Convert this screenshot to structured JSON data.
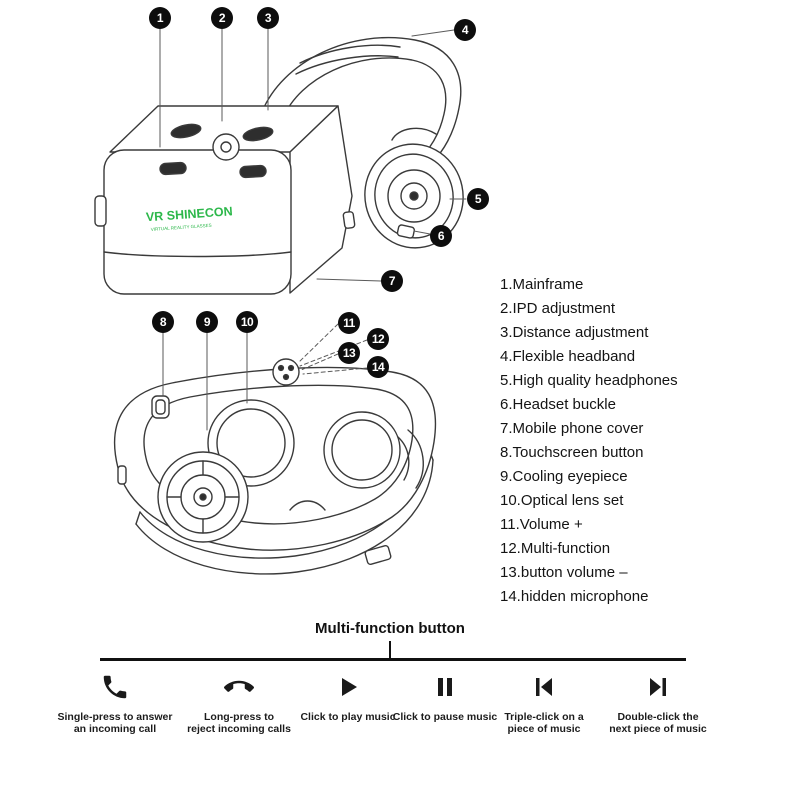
{
  "brand": {
    "name": "VR SHINECON",
    "tagline": "VIRTUAL REALITY GLASSES"
  },
  "callouts": [
    {
      "n": "1"
    },
    {
      "n": "2"
    },
    {
      "n": "3"
    },
    {
      "n": "4"
    },
    {
      "n": "5"
    },
    {
      "n": "6"
    },
    {
      "n": "7"
    },
    {
      "n": "8"
    },
    {
      "n": "9"
    },
    {
      "n": "10"
    },
    {
      "n": "11"
    },
    {
      "n": "12"
    },
    {
      "n": "13"
    },
    {
      "n": "14"
    }
  ],
  "parts_list": [
    "1.Mainframe",
    "2.IPD adjustment",
    "3.Distance adjustment",
    "4.Flexible headband",
    "5.High quality headphones",
    "6.Headset buckle",
    "7.Mobile phone cover",
    "8.Touchscreen button",
    "9.Cooling eyepiece",
    "10.Optical lens set",
    "11.Volume +",
    "12.Multi-function",
    "13.button volume –",
    "14.hidden microphone"
  ],
  "footer": {
    "title": "Multi-function button",
    "functions": [
      {
        "icon": "answer-call-icon",
        "lines": [
          "Single-press to answer",
          "an incoming call"
        ]
      },
      {
        "icon": "reject-call-icon",
        "lines": [
          "Long-press to",
          "reject incoming calls"
        ]
      },
      {
        "icon": "play-icon",
        "lines": [
          "Click to play music"
        ]
      },
      {
        "icon": "pause-icon",
        "lines": [
          "Click to pause music"
        ]
      },
      {
        "icon": "previous-track-icon",
        "lines": [
          "Triple-click on a",
          "piece of music"
        ]
      },
      {
        "icon": "next-track-icon",
        "lines": [
          "Double-click the",
          "next piece of music"
        ]
      }
    ]
  },
  "colors": {
    "brand_green": "#2db84b",
    "line_art": "#3a3a3a",
    "ink": "#111111"
  }
}
